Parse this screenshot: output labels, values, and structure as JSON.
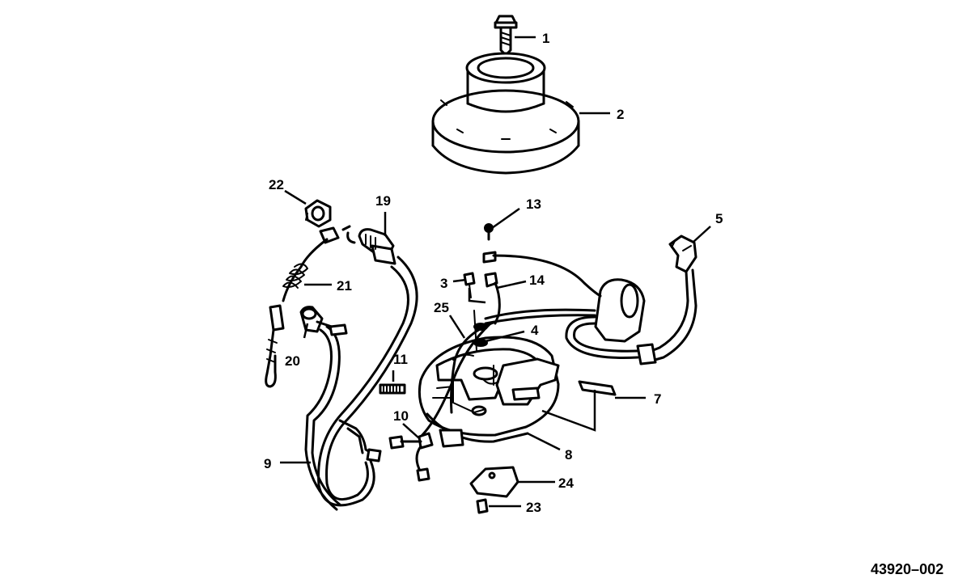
{
  "callouts": [
    {
      "id": "1",
      "text": "1"
    },
    {
      "id": "2",
      "text": "2"
    },
    {
      "id": "3",
      "text": "3"
    },
    {
      "id": "4",
      "text": "4"
    },
    {
      "id": "5",
      "text": "5"
    },
    {
      "id": "7",
      "text": "7"
    },
    {
      "id": "8",
      "text": "8"
    },
    {
      "id": "9",
      "text": "9"
    },
    {
      "id": "10",
      "text": "10"
    },
    {
      "id": "11",
      "text": "11"
    },
    {
      "id": "13",
      "text": "13"
    },
    {
      "id": "14",
      "text": "14"
    },
    {
      "id": "19",
      "text": "19"
    },
    {
      "id": "20",
      "text": "20"
    },
    {
      "id": "21",
      "text": "21"
    },
    {
      "id": "22",
      "text": "22"
    },
    {
      "id": "23",
      "text": "23"
    },
    {
      "id": "24",
      "text": "24"
    },
    {
      "id": "25",
      "text": "25"
    }
  ],
  "drawing_code": "43920–002"
}
